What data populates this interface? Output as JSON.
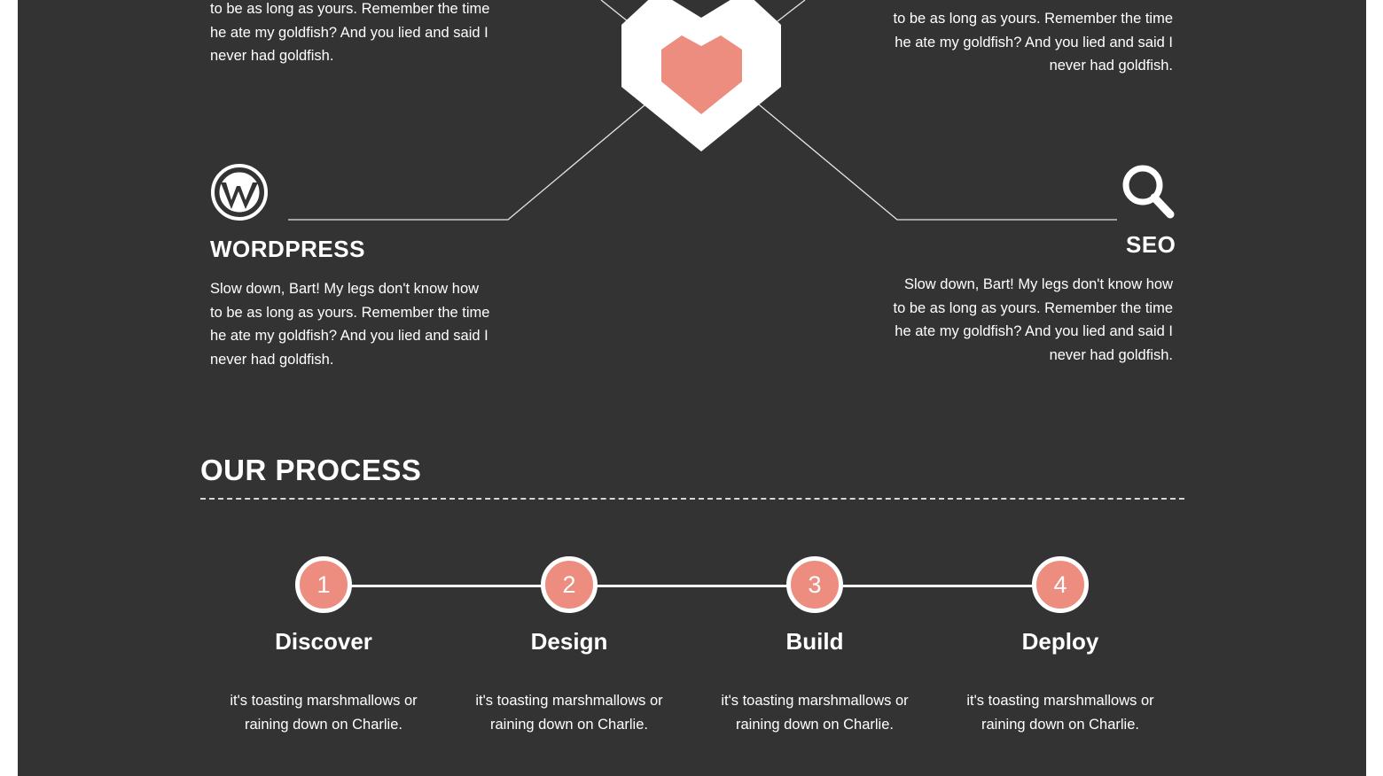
{
  "colors": {
    "background": "#333333",
    "accent": "#ec8d80",
    "text": "#ffffff"
  },
  "services": {
    "top_left": {
      "text_lines": [
        "to be as long as yours. Remember the time",
        "he ate my goldfish? And you lied and said I",
        "never had goldfish."
      ]
    },
    "top_right": {
      "text_lines": [
        "to be as long as yours. Remember the time",
        "he ate my goldfish? And you lied and said I",
        "never had goldfish."
      ]
    },
    "wordpress": {
      "icon": "wordpress-icon",
      "title": "WORDPRESS",
      "text_lines": [
        "Slow down, Bart! My legs don't know how",
        "to be as long as yours. Remember the time",
        "he ate my goldfish? And you lied and said I",
        "never had goldfish."
      ]
    },
    "seo": {
      "icon": "search-icon",
      "title": "SEO",
      "text_lines": [
        "Slow down, Bart! My legs don't know how",
        "to be as long as yours. Remember the time",
        "he ate my goldfish? And you lied and said I",
        "never had goldfish."
      ]
    },
    "center_icon": "heart-icon"
  },
  "process": {
    "title": "OUR PROCESS",
    "steps": [
      {
        "number": "1",
        "title": "Discover",
        "text_lines": [
          "it's toasting marshmallows or",
          "raining down on Charlie."
        ]
      },
      {
        "number": "2",
        "title": "Design",
        "text_lines": [
          "it's toasting marshmallows or",
          "raining down on Charlie."
        ]
      },
      {
        "number": "3",
        "title": "Build",
        "text_lines": [
          "it's toasting marshmallows or",
          "raining down on Charlie."
        ]
      },
      {
        "number": "4",
        "title": "Deploy",
        "text_lines": [
          "it's toasting marshmallows or",
          "raining down on Charlie."
        ]
      }
    ]
  }
}
